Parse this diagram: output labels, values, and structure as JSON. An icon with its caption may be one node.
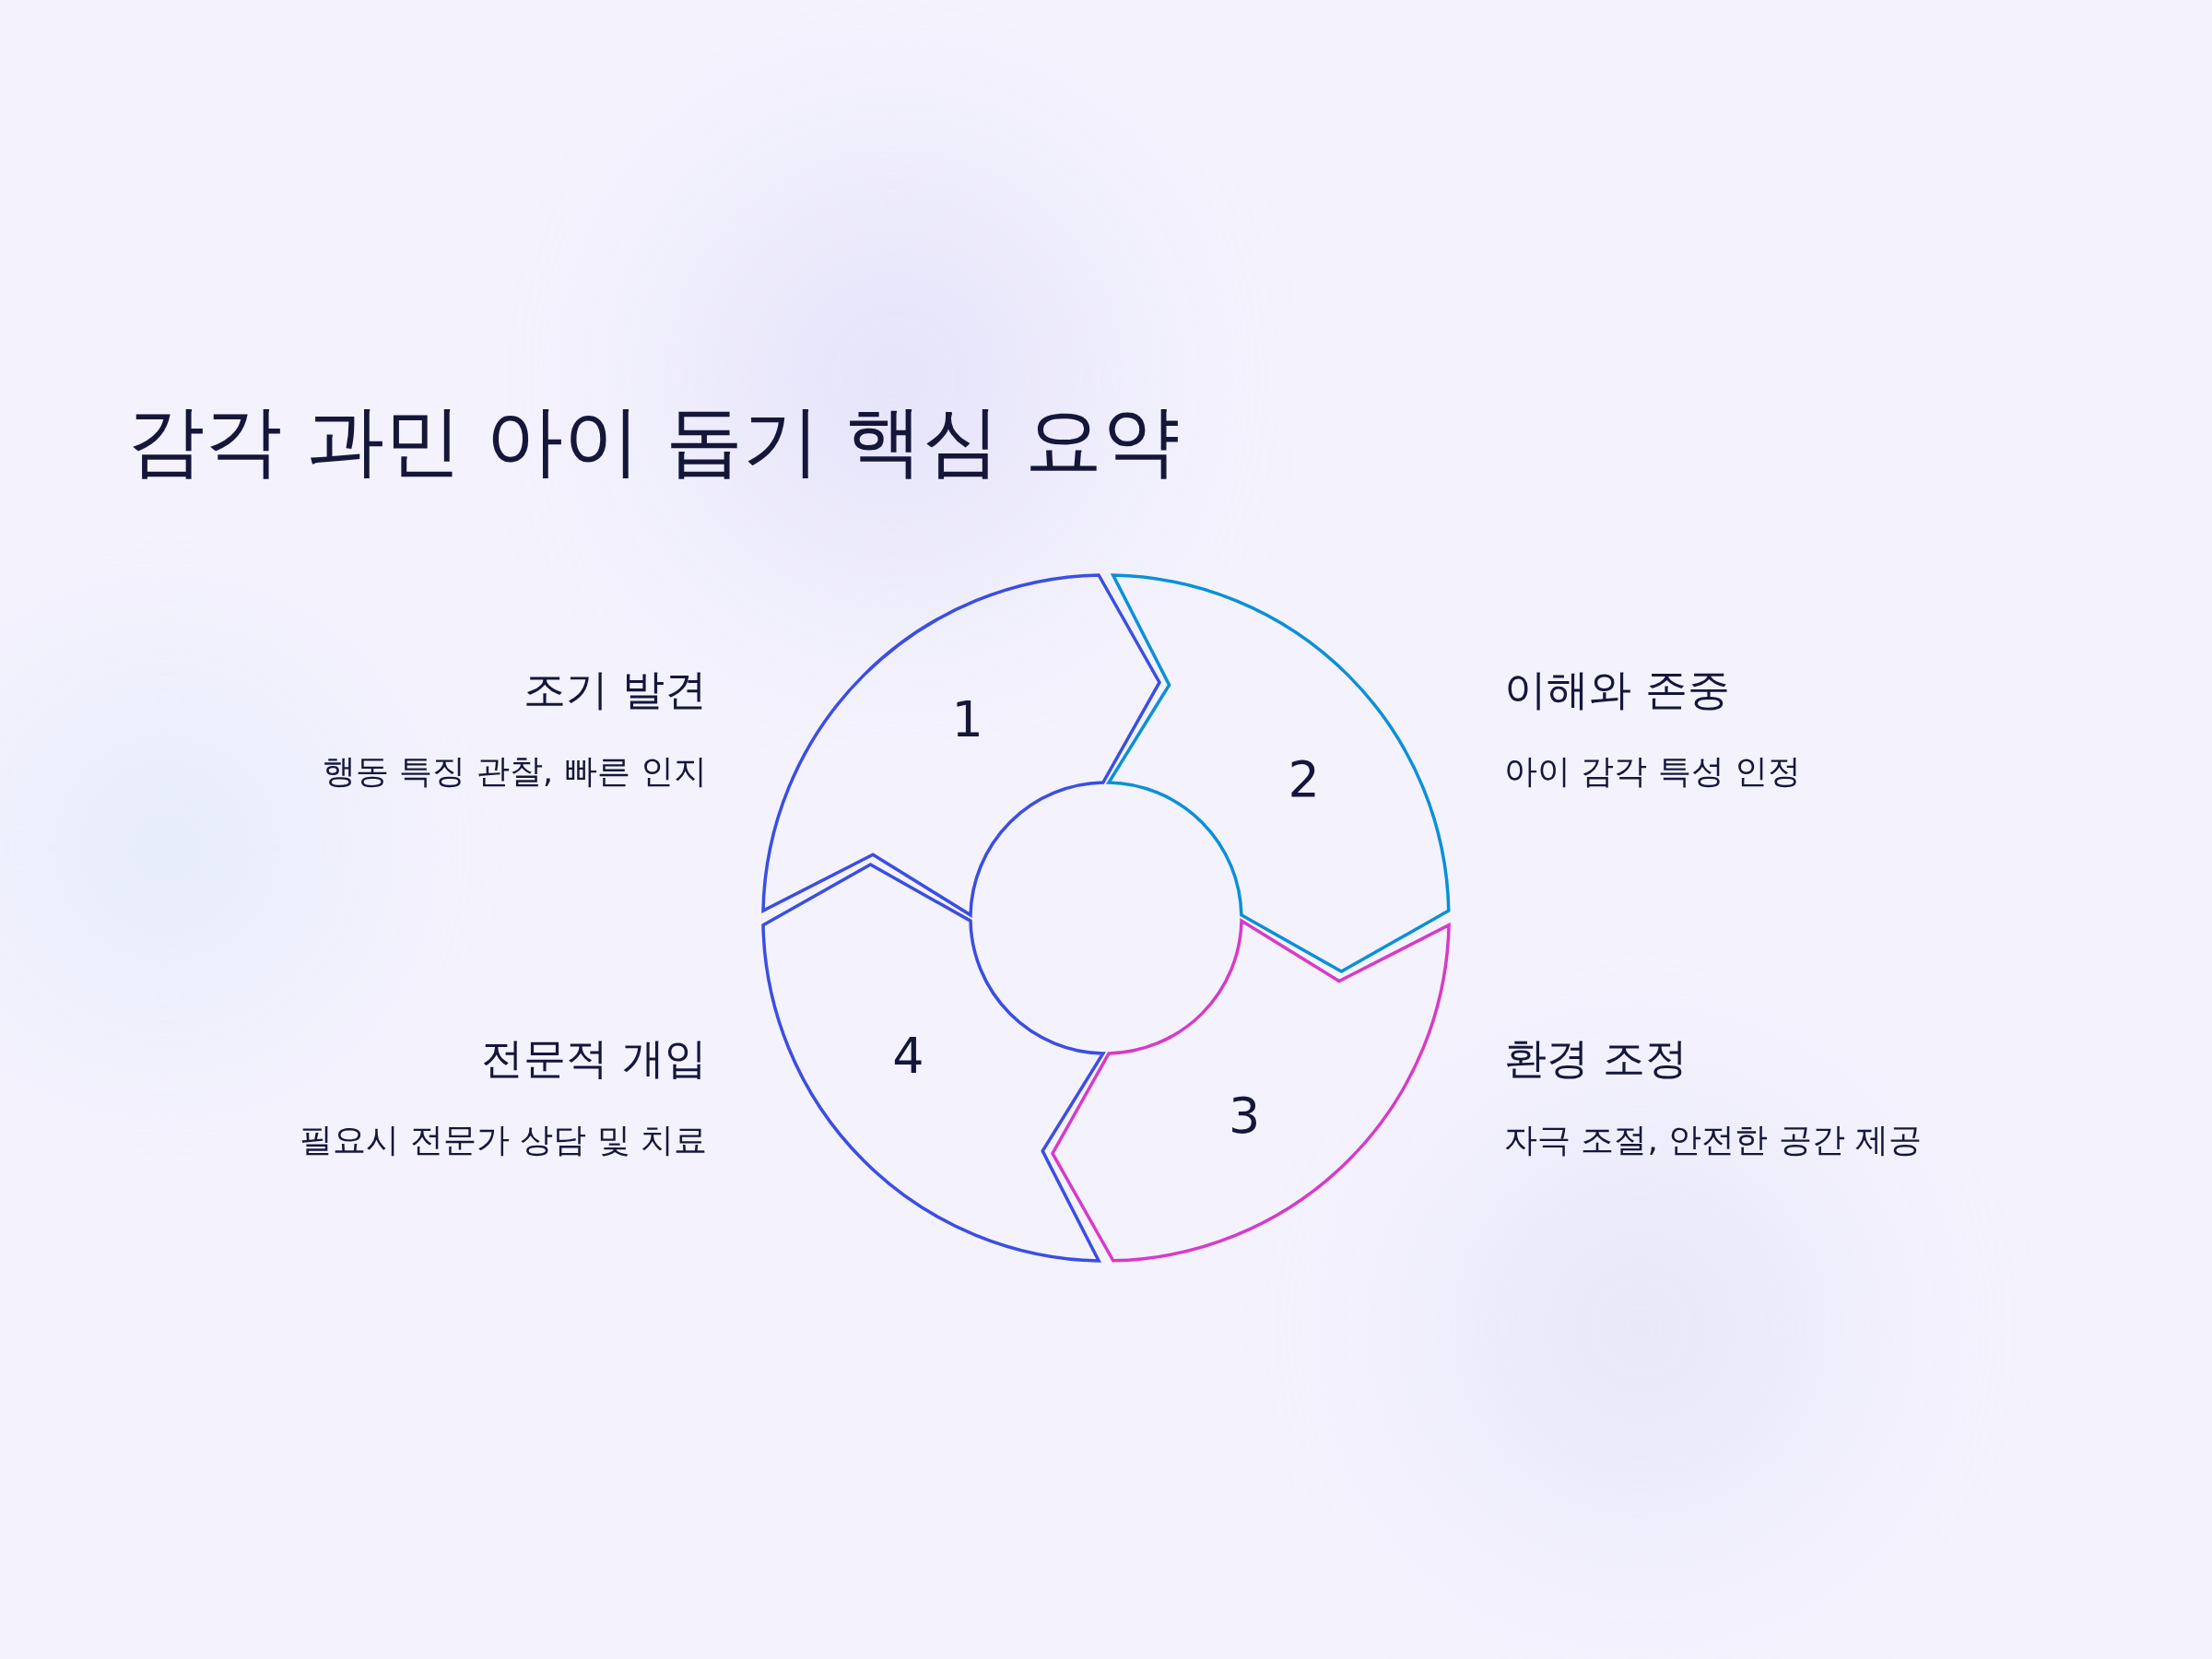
{
  "diagram": {
    "title": "감각 과민 아이 돕기 핵심 요약",
    "nodes": [
      {
        "text": [
          "1"
        ],
        "beside": [
          "조기 발견",
          "행동 특징 관찰, 빠른 인지"
        ]
      },
      {
        "text": [
          "2"
        ],
        "beside": [
          "이해와 존중",
          "아이 감각 특성 인정"
        ]
      },
      {
        "text": [
          "3"
        ],
        "beside": [
          "환경 조정",
          "자극 조절, 안전한 공간 제공"
        ]
      },
      {
        "text": [
          "4"
        ],
        "beside": [
          "전문적 개입",
          "필요시 전문가 상담 및 치료"
        ]
      }
    ]
  }
}
